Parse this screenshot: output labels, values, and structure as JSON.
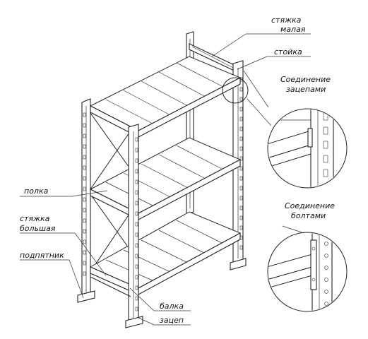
{
  "labels": {
    "styazhka_malaya_1": "стяжка",
    "styazhka_malaya_2": "малая",
    "stoyka": "стойка",
    "soedinenie_zatsepami_1": "Соединение",
    "soedinenie_zatsepami_2": "зацепами",
    "polka": "полка",
    "styazhka_bolshaya_1": "стяжка",
    "styazhka_bolshaya_2": "большая",
    "podpyatnik": "подпятник",
    "soedinenie_boltami_1": "Соединение",
    "soedinenie_boltami_2": "болтами",
    "balka": "балка",
    "zatsep": "зацеп"
  }
}
